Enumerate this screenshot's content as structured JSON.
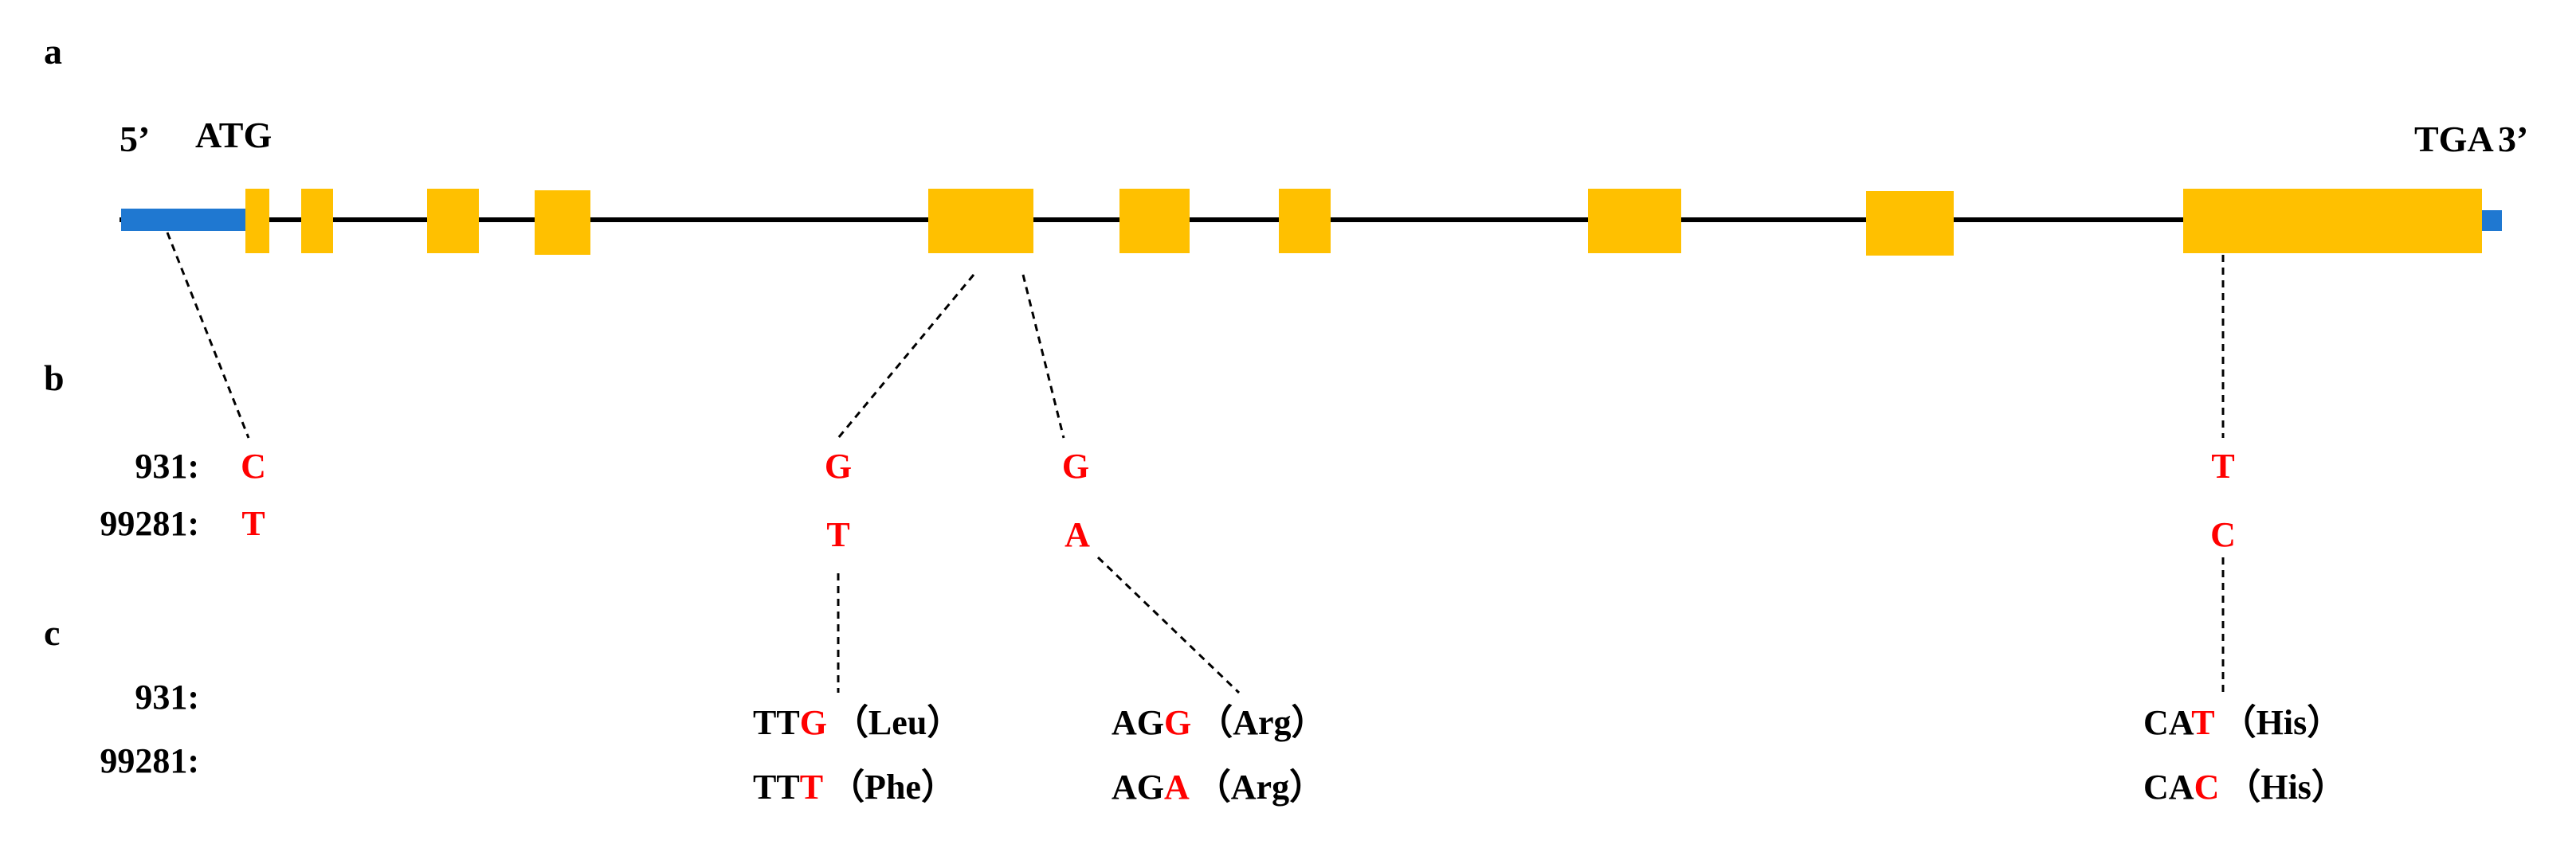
{
  "colors": {
    "exon": "#ffc000",
    "utr": "#1f78d1",
    "intron": "#000000",
    "variant": "#ff0000",
    "text": "#000000"
  },
  "panels": {
    "a": "a",
    "b": "b",
    "c": "c"
  },
  "gene": {
    "five_prime": "5’",
    "start_codon": "ATG",
    "stop_codon": "TGA",
    "three_prime": "3’"
  },
  "alleles": {
    "label_931": "931:",
    "label_99281": "99281:"
  },
  "variants": [
    {
      "id": "v1",
      "allele_931": "C",
      "allele_99281": "T"
    },
    {
      "id": "v2",
      "allele_931": "G",
      "allele_99281": "T"
    },
    {
      "id": "v3",
      "allele_931": "G",
      "allele_99281": "A"
    },
    {
      "id": "v4",
      "allele_931": "T",
      "allele_99281": "C"
    }
  ],
  "codons": {
    "label_931": "931:",
    "label_99281": "99281:",
    "v2": {
      "ref": {
        "prefix": "TT",
        "base": "G",
        "aa": "（Leu）"
      },
      "alt": {
        "prefix": "TT",
        "base": "T",
        "aa": "（Phe）"
      }
    },
    "v3": {
      "ref": {
        "prefix": "AG",
        "base": "G",
        "aa": "（Arg）"
      },
      "alt": {
        "prefix": "AG",
        "base": "A",
        "aa": "（Arg）"
      }
    },
    "v4": {
      "ref": {
        "prefix": "CA",
        "base": "T",
        "aa": "（His）"
      },
      "alt": {
        "prefix": "CA",
        "base": "C",
        "aa": "（His）"
      }
    }
  }
}
